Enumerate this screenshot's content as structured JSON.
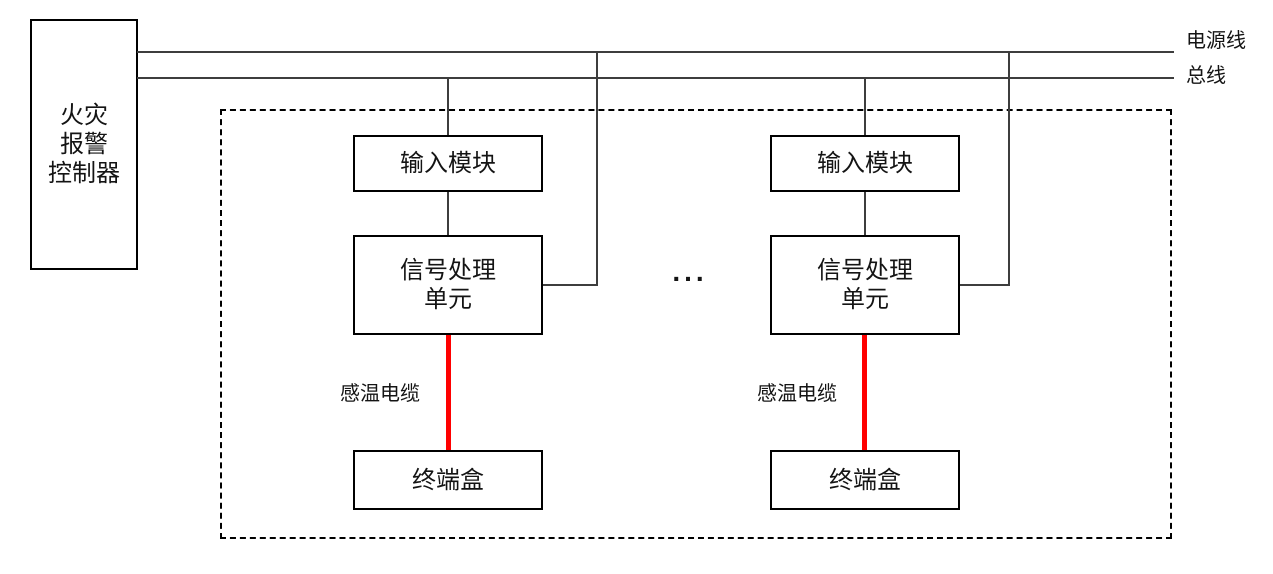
{
  "controller": {
    "label": "火灾\n报警\n控制器"
  },
  "trunk_lines": {
    "power_label": "电源线",
    "bus_label": "总线"
  },
  "units": [
    {
      "input": "输入模块",
      "signal": "信号处理\n单元",
      "cable": "感温电缆",
      "terminal": "终端盒"
    },
    {
      "input": "输入模块",
      "signal": "信号处理\n单元",
      "cable": "感温电缆",
      "terminal": "终端盒"
    }
  ],
  "ellipsis": "...",
  "colors": {
    "sensing_cable": "#ff0000",
    "connector_line": "#3d3d3d",
    "box_border": "#000000",
    "background": "#ffffff"
  }
}
